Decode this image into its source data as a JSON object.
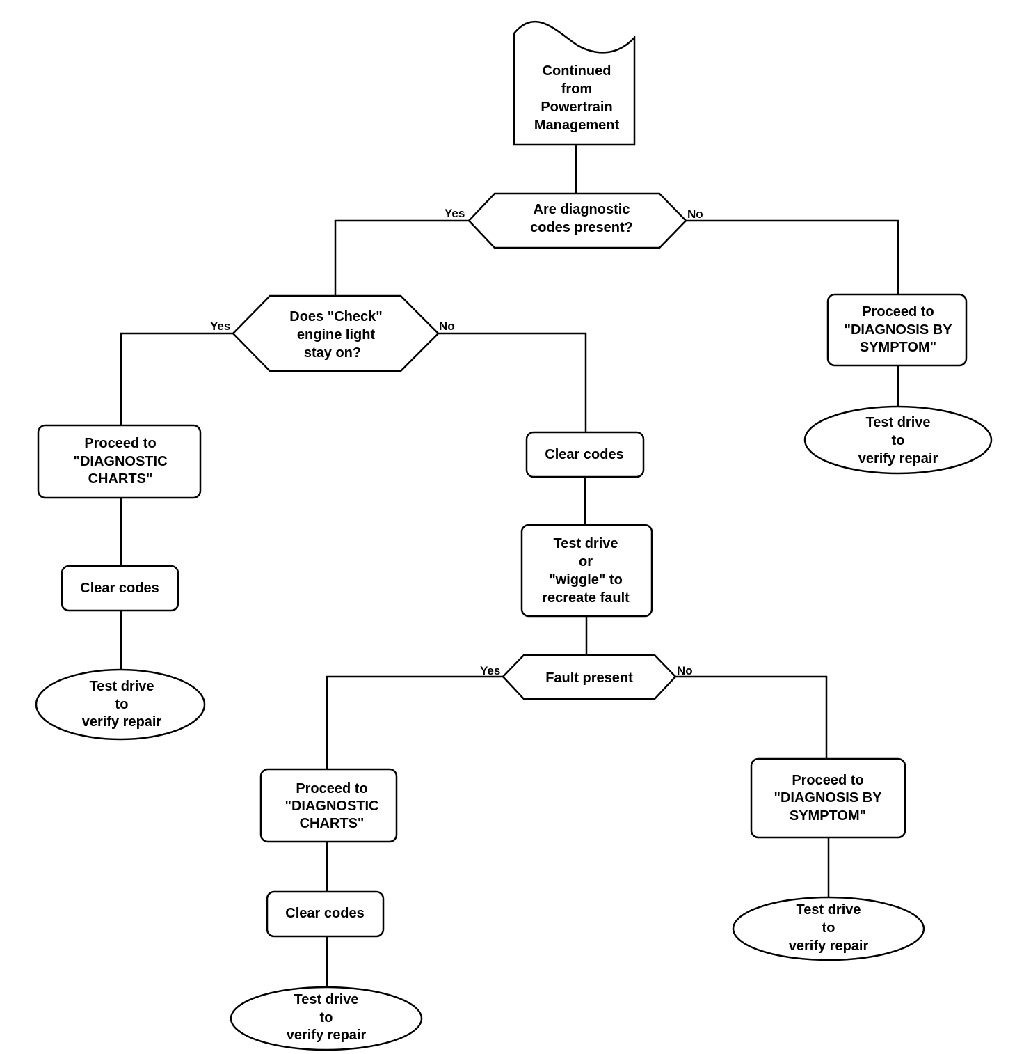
{
  "nodes": {
    "start": {
      "lines": [
        "Continued",
        "from",
        "Powertrain",
        "Management"
      ]
    },
    "q_codes": {
      "lines": [
        "Are diagnostic",
        "codes present?"
      ]
    },
    "q_check_light": {
      "lines": [
        "Does \"Check\"",
        "engine light",
        "stay on?"
      ]
    },
    "proc_symptom_top": {
      "lines": [
        "Proceed to",
        "\"DIAGNOSIS BY",
        "SYMPTOM\""
      ]
    },
    "test_drive_top_right": {
      "lines": [
        "Test drive",
        "to",
        "verify repair"
      ]
    },
    "proc_charts_left": {
      "lines": [
        "Proceed to",
        "\"DIAGNOSTIC",
        "CHARTS\""
      ]
    },
    "clear_codes_left": {
      "lines": [
        "Clear codes"
      ]
    },
    "test_drive_left": {
      "lines": [
        "Test drive",
        "to",
        "verify repair"
      ]
    },
    "clear_codes_mid": {
      "lines": [
        "Clear codes"
      ]
    },
    "test_wiggle": {
      "lines": [
        "Test drive",
        "or",
        "\"wiggle\" to",
        "recreate fault"
      ]
    },
    "q_fault": {
      "lines": [
        "Fault present"
      ]
    },
    "proc_charts_bottom": {
      "lines": [
        "Proceed to",
        "\"DIAGNOSTIC",
        "CHARTS\""
      ]
    },
    "clear_codes_bottom": {
      "lines": [
        "Clear codes"
      ]
    },
    "test_drive_bottom": {
      "lines": [
        "Test drive",
        "to",
        "verify repair"
      ]
    },
    "proc_symptom_bottom": {
      "lines": [
        "Proceed to",
        "\"DIAGNOSIS BY",
        "SYMPTOM\""
      ]
    },
    "test_drive_bottom_right": {
      "lines": [
        "Test drive",
        "to",
        "verify repair"
      ]
    }
  },
  "branch_labels": {
    "codes_yes": "Yes",
    "codes_no": "No",
    "light_yes": "Yes",
    "light_no": "No",
    "fault_yes": "Yes",
    "fault_no": "No"
  }
}
